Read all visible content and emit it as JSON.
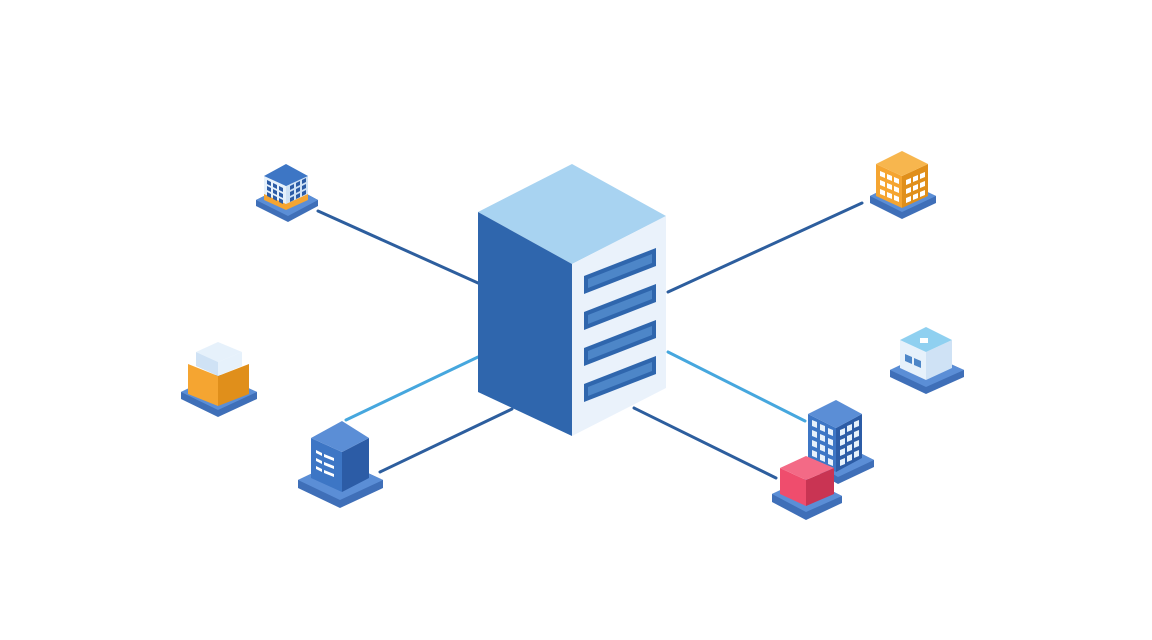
{
  "colors": {
    "background": "#ffffff",
    "server_left": "#2f66ad",
    "server_top": "#a8d3f1",
    "server_right": "#eaf2fb",
    "server_slot": "#2f66ad",
    "server_slot_inner": "#4d86c8",
    "link_dark": "#2d5e9e",
    "link_light": "#46a7de",
    "platform": "#5b8ed6",
    "platform_side": "#3f6fb8",
    "orange": "#f5a531",
    "orange_dark": "#e08f1b",
    "blue": "#3d76c5",
    "blue_dark": "#2c5ca6",
    "pale": "#e6f1fb",
    "light_cyan": "#8fd0f0",
    "pink": "#ef4d6d",
    "pink_dark": "#c93453"
  },
  "diagram": {
    "hub": {
      "icon": "server-icon",
      "slots": 4
    },
    "nodes": [
      {
        "id": "node-office-top-left",
        "icon": "office-building-icon",
        "link": "dark"
      },
      {
        "id": "node-warehouse-top-right",
        "icon": "orange-building-icon",
        "link": "dark"
      },
      {
        "id": "node-box-left",
        "icon": "package-icon",
        "link": "none"
      },
      {
        "id": "node-datacenter-bottom-left",
        "icon": "data-center-icon",
        "link": "both"
      },
      {
        "id": "node-kiosk-right",
        "icon": "kiosk-icon",
        "link": "none"
      },
      {
        "id": "node-tower-bottom-right",
        "icon": "tower-building-icon",
        "link": "both"
      },
      {
        "id": "node-pink-box-bottom-right",
        "icon": "pink-cube-icon",
        "link": "none"
      }
    ]
  }
}
